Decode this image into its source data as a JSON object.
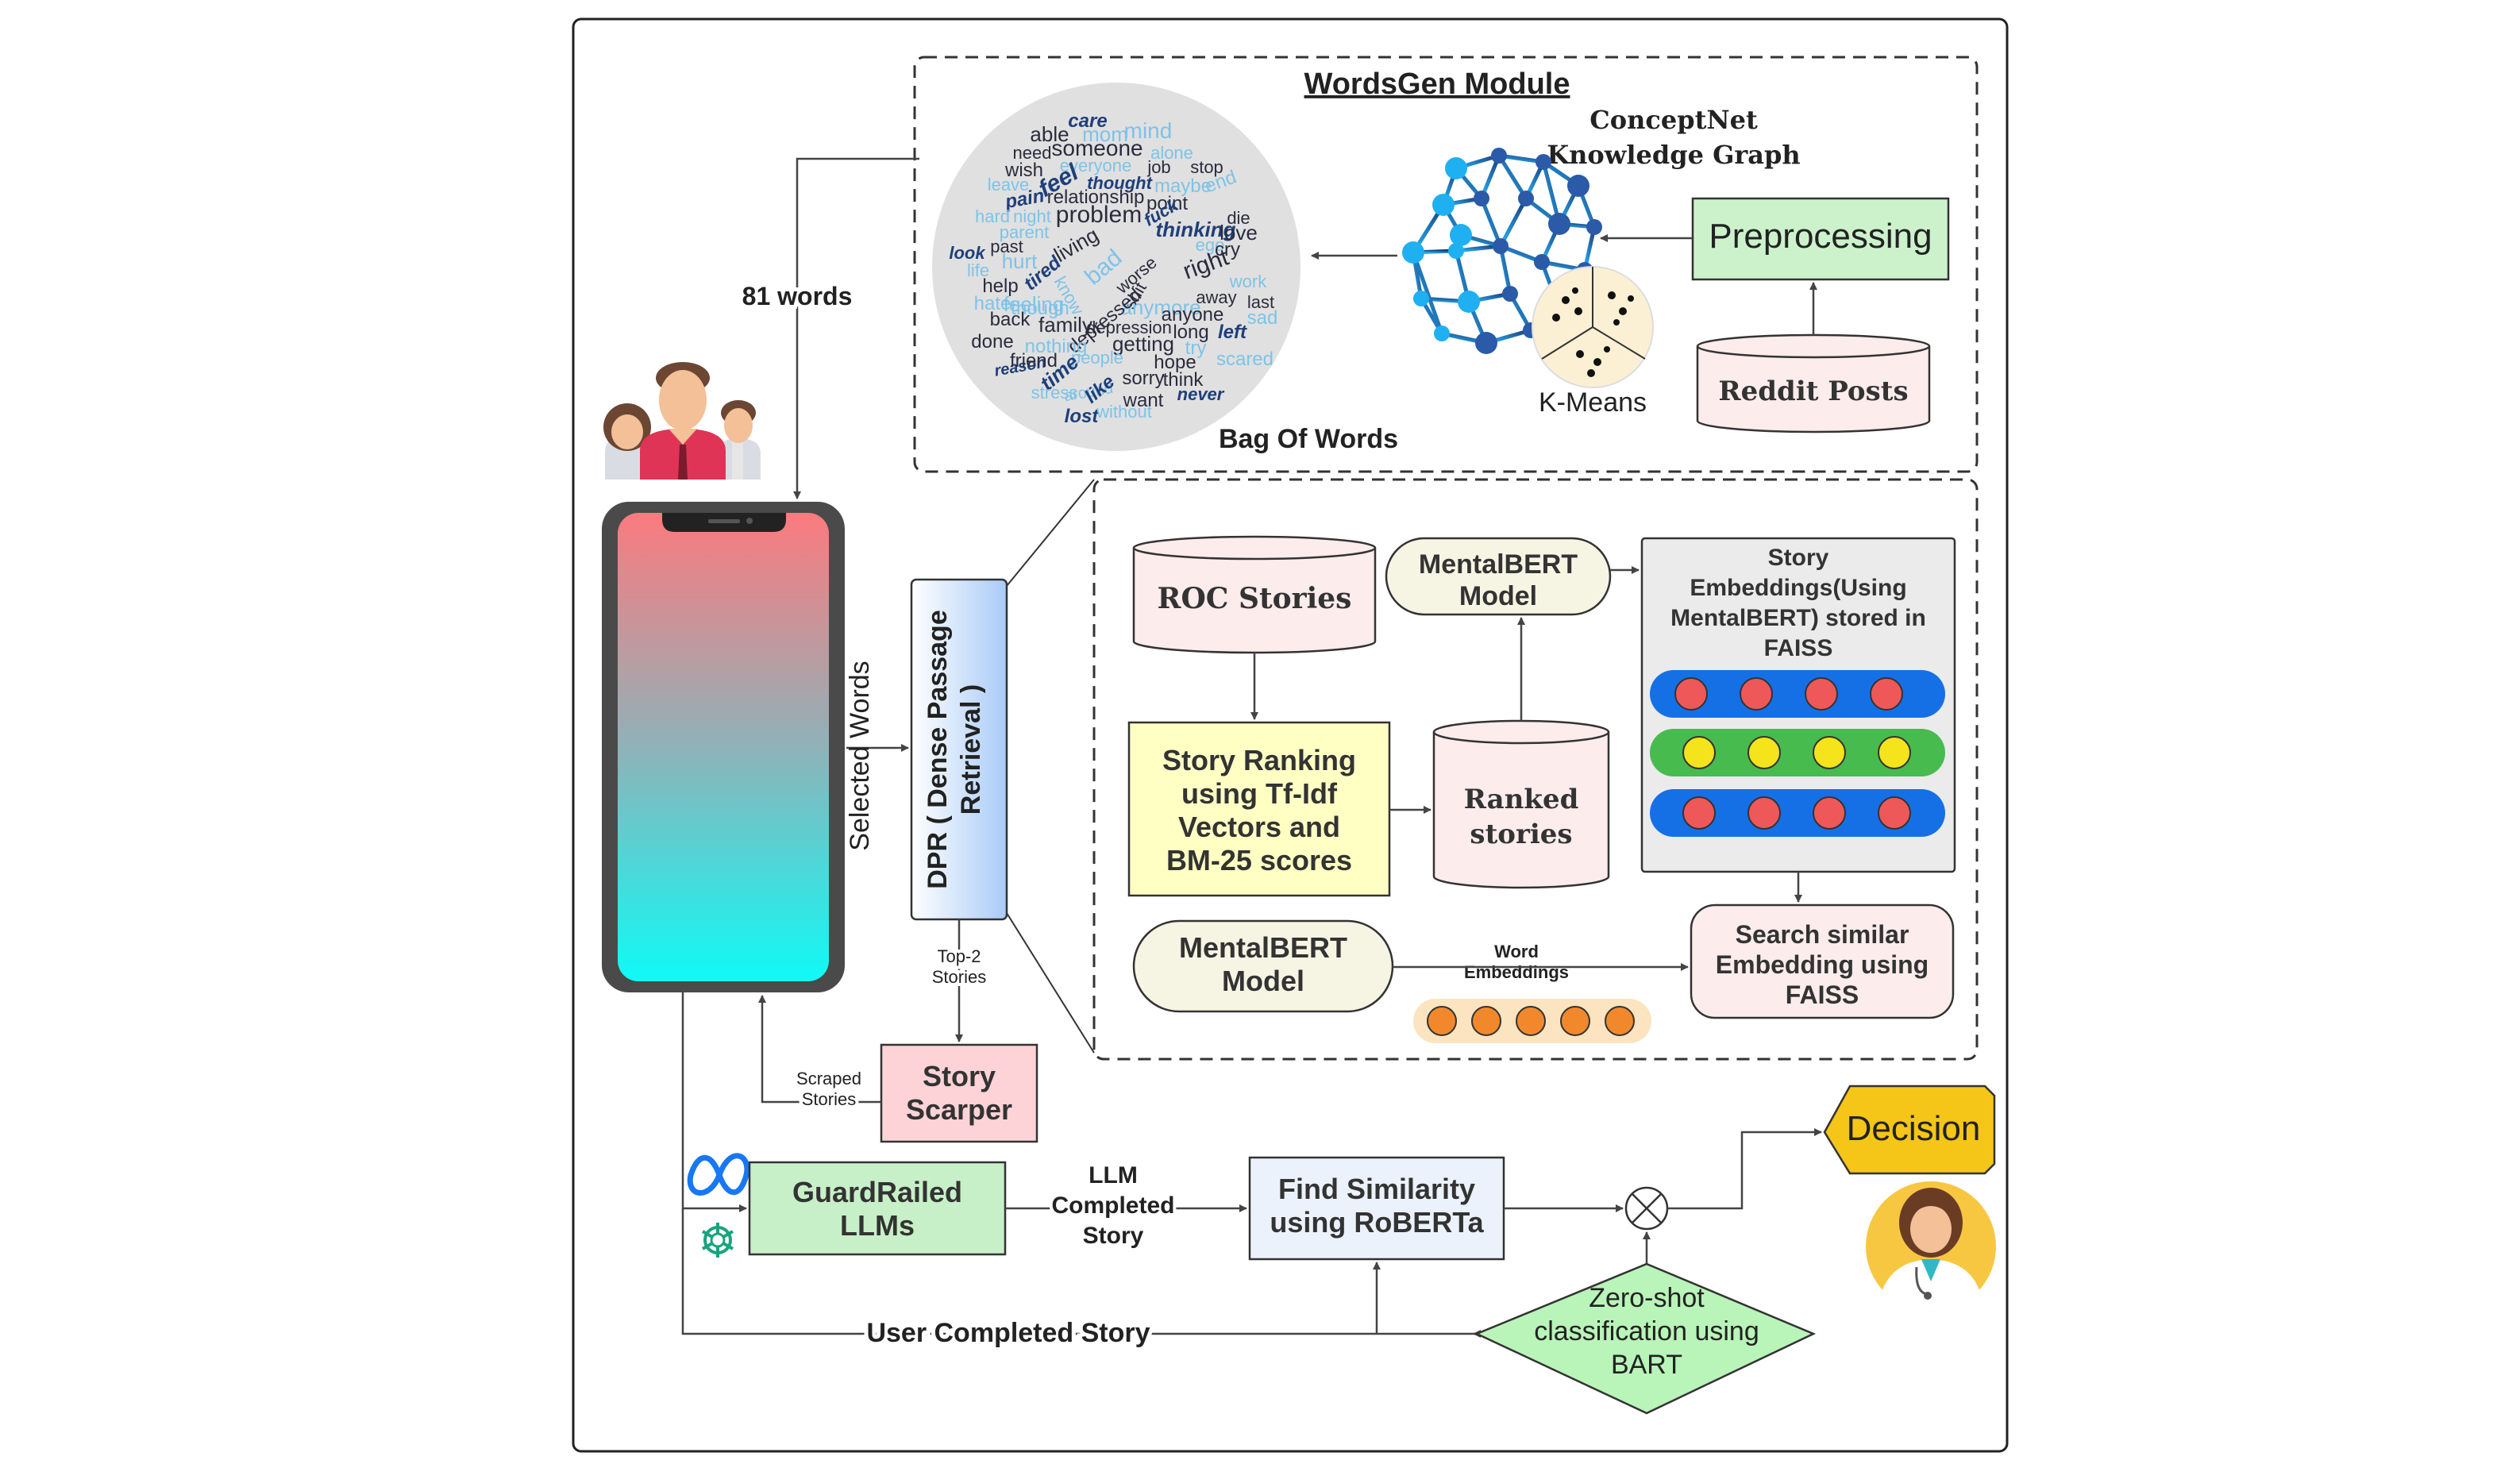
{
  "module": {
    "title": "WordsGen Module"
  },
  "conceptnet": {
    "line1": "ConceptNet",
    "line2": "Knowledge Graph"
  },
  "kmeans": {
    "label": "K-Means"
  },
  "preprocessing": {
    "label": "Preprocessing"
  },
  "reddit": {
    "label": "Reddit Posts"
  },
  "bag_of_words": {
    "label": "Bag Of Words",
    "words": [
      "care",
      "able",
      "mom",
      "mind",
      "need",
      "someone",
      "alone",
      "wish",
      "everyone",
      "job",
      "stop",
      "feel",
      "thought",
      "end",
      "leave",
      "maybe",
      "relationship",
      "pain",
      "point",
      "hard",
      "night",
      "problem",
      "fuck",
      "die",
      "parent",
      "thinking",
      "look",
      "past",
      "living",
      "ego",
      "love",
      "cry",
      "life",
      "hurt",
      "bad",
      "worse",
      "right",
      "help",
      "tired",
      "shit",
      "work",
      "hate",
      "feeling",
      "know",
      "anymore",
      "away",
      "last",
      "back",
      "depressed",
      "anyone",
      "sad",
      "done",
      "family",
      "depression",
      "long",
      "left",
      "reason",
      "nothing",
      "getting",
      "try",
      "friend",
      "people",
      "hope",
      "scared",
      "time",
      "around",
      "sorry",
      "think",
      "stress",
      "like",
      "want",
      "never",
      "lost",
      "without",
      "though"
    ]
  },
  "labels": {
    "words81": "81 words",
    "selected_words": "Selected Words",
    "top2_line1": "Top-2",
    "top2_line2": "Stories",
    "scraped_line1": "Scraped",
    "scraped_line2": "Stories",
    "llm_line1": "LLM",
    "llm_line2": "Completed",
    "llm_line3": "Story",
    "user_completed": "User Completed Story",
    "word_emb_line1": "Word",
    "word_emb_line2": "Embeddings"
  },
  "dpr": {
    "line1": "DPR ( Dense Passage",
    "line2": "Retrieval )"
  },
  "roc": {
    "label": "ROC Stories"
  },
  "mentalbert_top": {
    "line1": "MentalBERT",
    "line2": "Model"
  },
  "story_emb": {
    "lines": [
      "Story",
      "Embeddings(Using",
      "MentalBERT) stored in",
      "FAISS"
    ]
  },
  "story_ranking": {
    "lines": [
      "Story Ranking",
      "using Tf-Idf",
      "Vectors and",
      "BM-25 scores"
    ]
  },
  "ranked": {
    "line1": "Ranked",
    "line2": "stories"
  },
  "mentalbert_bottom": {
    "line1": "MentalBERT",
    "line2": "Model"
  },
  "search_similar": {
    "lines": [
      "Search similar",
      "Embedding using",
      "FAISS"
    ]
  },
  "scraper": {
    "line1": "Story",
    "line2": "Scarper"
  },
  "guardrailed": {
    "line1": "GuardRailed",
    "line2": "LLMs"
  },
  "similarity": {
    "line1": "Find Similarity",
    "line2": "using RoBERTa"
  },
  "zeroshot": {
    "lines": [
      "Zero-shot",
      "classification using",
      "BART"
    ]
  },
  "decision": {
    "label": "Decision"
  },
  "colors": {
    "preprocessing": "#ccf2cc",
    "reddit": "#fcecec",
    "story_ranking": "#ffffc4",
    "story_emb_panel": "#ebebeb",
    "scraper": "#fdd3d7",
    "guardrailed": "#c8f0c8",
    "similarity": "#ecf2fb",
    "zeroshot": "#b9f4b9",
    "decision": "#f5c518",
    "red_dot": "#ef5858",
    "yellow_dot": "#f5e31c",
    "blue_bar": "#1570e6",
    "green_bar": "#48bb4e",
    "orange_dot": "#f1892c"
  }
}
